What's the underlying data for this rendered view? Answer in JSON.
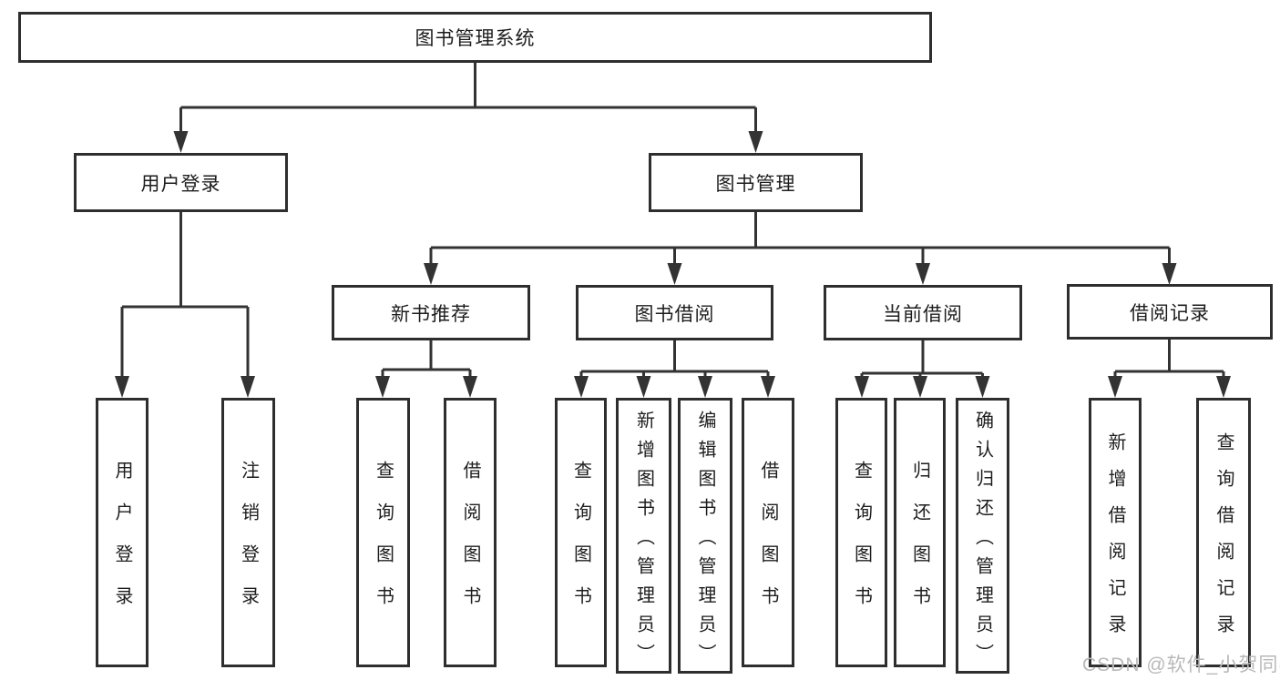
{
  "diagram_title": "图书管理系统",
  "tree": {
    "label": "图书管理系统",
    "children": [
      {
        "label": "用户登录",
        "children": [
          {
            "label": "用户登录"
          },
          {
            "label": "注销登录"
          }
        ]
      },
      {
        "label": "图书管理",
        "children": [
          {
            "label": "新书推荐",
            "children": [
              {
                "label": "查询图书"
              },
              {
                "label": "借阅图书"
              }
            ]
          },
          {
            "label": "图书借阅",
            "children": [
              {
                "label": "查询图书"
              },
              {
                "label": "新增图书（管理员）"
              },
              {
                "label": "编辑图书（管理员）"
              },
              {
                "label": "借阅图书"
              }
            ]
          },
          {
            "label": "当前借阅",
            "children": [
              {
                "label": "查询图书"
              },
              {
                "label": "归还图书"
              },
              {
                "label": "确认归还（管理员）"
              }
            ]
          },
          {
            "label": "借阅记录",
            "children": [
              {
                "label": "新增借阅记录"
              },
              {
                "label": "查询借阅记录"
              }
            ]
          }
        ]
      }
    ]
  },
  "watermark": {
    "text": "CSDN @软件_小贺同学"
  },
  "colors": {
    "line": "#333333",
    "box_border": "#2e2e2e",
    "text": "#1d1d1d",
    "watermark": "#b9b9b9",
    "background": "#ffffff"
  }
}
